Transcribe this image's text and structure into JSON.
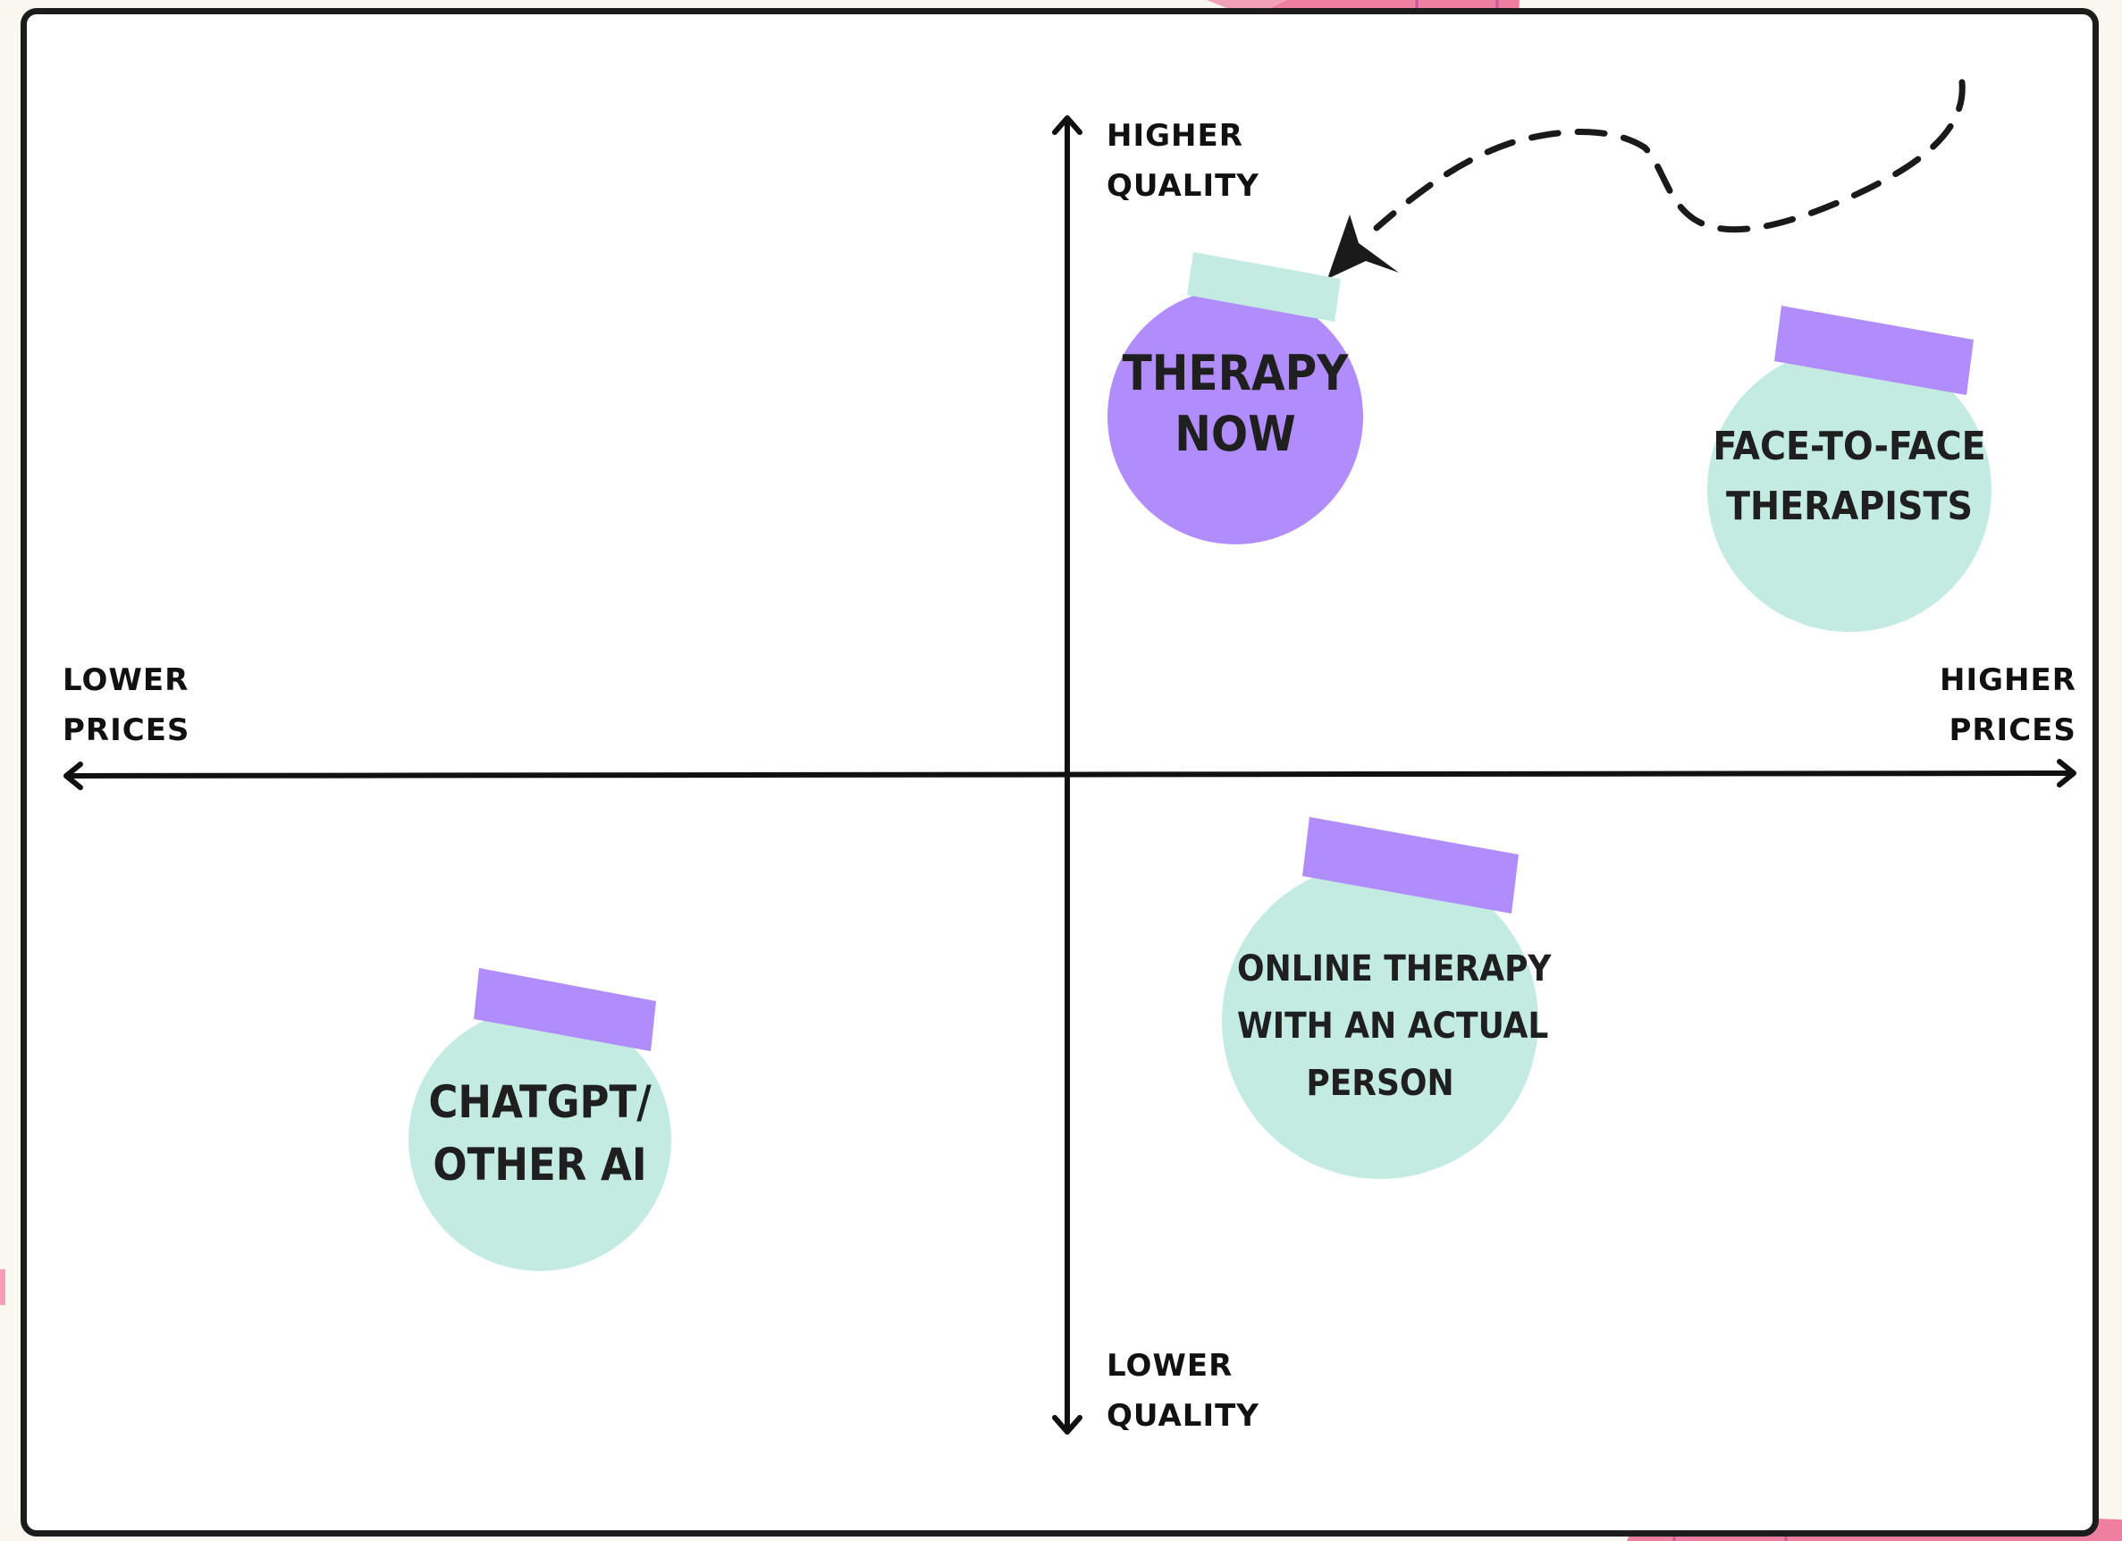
{
  "axes": {
    "top_label": [
      "HIGHER",
      "QUALITY"
    ],
    "bottom_label": [
      "LOWER",
      "QUALITY"
    ],
    "left_label": [
      "LOWER",
      "PRICES"
    ],
    "right_label": [
      "HIGHER",
      "PRICES"
    ]
  },
  "nodes": [
    {
      "id": "therapy-now",
      "lines": [
        "THERAPY",
        "NOW"
      ],
      "fill": "#b08cfc",
      "tape": "#c3ebe1",
      "highlighted": true
    },
    {
      "id": "face-to-face",
      "lines": [
        "FACE-TO-FACE",
        "THERAPISTS"
      ],
      "fill": "#c3ebe1",
      "tape": "#b08cfc",
      "highlighted": false
    },
    {
      "id": "online-therapy",
      "lines": [
        "ONLINE THERAPY",
        "WITH AN ACTUAL",
        "PERSON"
      ],
      "fill": "#c3ebe1",
      "tape": "#b08cfc",
      "highlighted": false
    },
    {
      "id": "chatgpt",
      "lines": [
        "CHATGPT/",
        "OTHER AI"
      ],
      "fill": "#c3ebe1",
      "tape": "#b08cfc",
      "highlighted": false
    }
  ],
  "colors": {
    "frame": "#1c1c1c",
    "axis": "#111111",
    "purple": "#b08cfc",
    "mint": "#c3ebe1",
    "decor_pink": "#ef7fa0"
  },
  "annotation": {
    "type": "dashed-arrow",
    "points_to": "therapy-now"
  }
}
